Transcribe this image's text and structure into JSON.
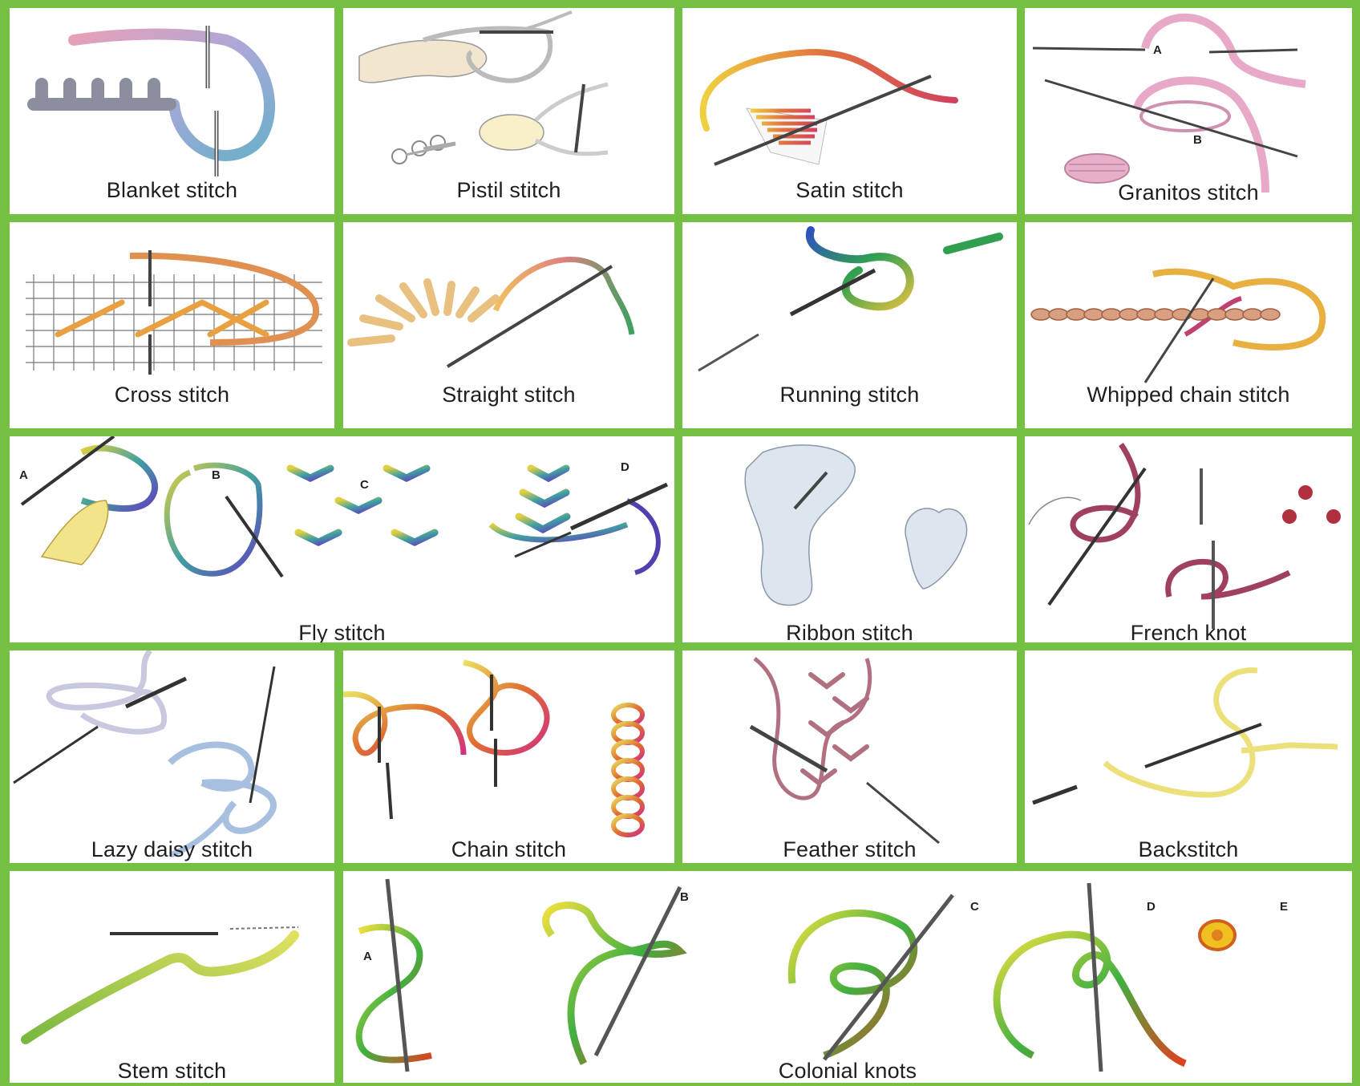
{
  "stitches": {
    "blanket": "Blanket stitch",
    "pistil": "Pistil stitch",
    "satin": "Satin stitch",
    "granitos": "Granitos stitch",
    "cross": "Cross stitch",
    "straight": "Straight stitch",
    "running": "Running stitch",
    "whipped_chain": "Whipped chain stitch",
    "fly": "Fly stitch",
    "ribbon": "Ribbon stitch",
    "french_knot": "French knot",
    "lazy_daisy": "Lazy daisy stitch",
    "chain": "Chain stitch",
    "feather": "Feather stitch",
    "backstitch": "Backstitch",
    "stem": "Stem stitch",
    "colonial_knots": "Colonial knots"
  },
  "step_labels": {
    "granitos": [
      "A",
      "B"
    ],
    "fly": [
      "A",
      "B",
      "C",
      "D"
    ],
    "colonial": [
      "A",
      "B",
      "C",
      "D",
      "E"
    ]
  },
  "colors": {
    "border": "#74c043",
    "background": "#ffffff",
    "caption": "#1e1e1e"
  }
}
